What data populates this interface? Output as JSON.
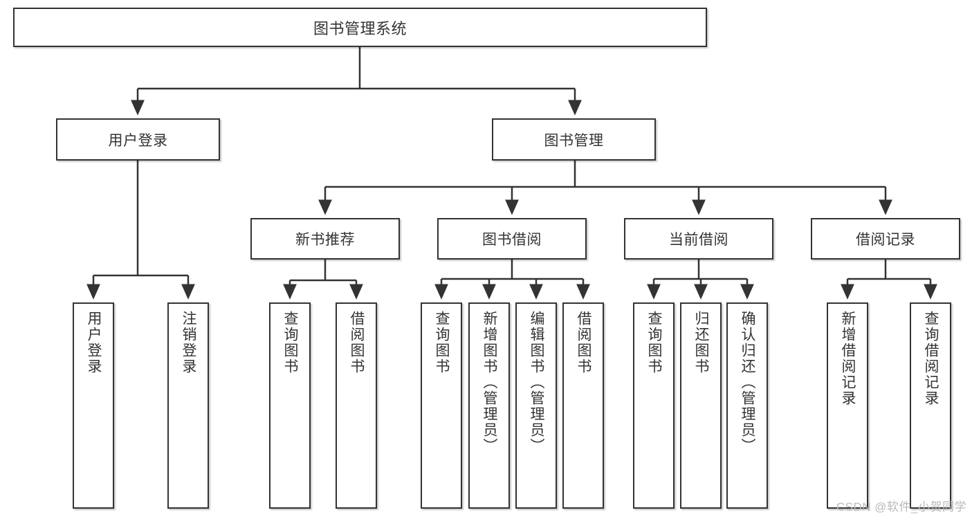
{
  "diagram": {
    "title": "图书管理系统",
    "type": "tree",
    "watermark": "CSDN @软件_小贺同学",
    "colors": {
      "box_border": "#333333",
      "box_fill": "#ffffff",
      "edge": "#333333",
      "text": "#333333",
      "watermark": "#b9b9b9",
      "background": "#ffffff"
    },
    "levels": [
      {
        "level": 1,
        "nodes": [
          {
            "id": "root",
            "label": "图书管理系统",
            "orientation": "horizontal"
          }
        ]
      },
      {
        "level": 2,
        "nodes": [
          {
            "id": "login",
            "label": "用户登录",
            "orientation": "horizontal",
            "parent": "root"
          },
          {
            "id": "bookmgmt",
            "label": "图书管理",
            "orientation": "horizontal",
            "parent": "root"
          }
        ]
      },
      {
        "level": 3,
        "nodes": [
          {
            "id": "newbook",
            "label": "新书推荐",
            "orientation": "horizontal",
            "parent": "bookmgmt"
          },
          {
            "id": "borrow",
            "label": "图书借阅",
            "orientation": "horizontal",
            "parent": "bookmgmt"
          },
          {
            "id": "current",
            "label": "当前借阅",
            "orientation": "horizontal",
            "parent": "bookmgmt"
          },
          {
            "id": "records",
            "label": "借阅记录",
            "orientation": "horizontal",
            "parent": "bookmgmt"
          }
        ]
      },
      {
        "level": 4,
        "nodes": [
          {
            "id": "leaf1",
            "label": "用户登录",
            "orientation": "vertical",
            "parent": "login"
          },
          {
            "id": "leaf2",
            "label": "注销登录",
            "orientation": "vertical",
            "parent": "login"
          },
          {
            "id": "leaf3",
            "label": "查询图书",
            "orientation": "vertical",
            "parent": "newbook"
          },
          {
            "id": "leaf4",
            "label": "借阅图书",
            "orientation": "vertical",
            "parent": "newbook"
          },
          {
            "id": "leaf5",
            "label": "查询图书",
            "orientation": "vertical",
            "parent": "borrow"
          },
          {
            "id": "leaf6",
            "label": "新增图书（管理员）",
            "orientation": "vertical",
            "parent": "borrow"
          },
          {
            "id": "leaf7",
            "label": "编辑图书（管理员）",
            "orientation": "vertical",
            "parent": "borrow"
          },
          {
            "id": "leaf8",
            "label": "借阅图书",
            "orientation": "vertical",
            "parent": "borrow"
          },
          {
            "id": "leaf9",
            "label": "查询图书",
            "orientation": "vertical",
            "parent": "current"
          },
          {
            "id": "leaf10",
            "label": "归还图书",
            "orientation": "vertical",
            "parent": "current"
          },
          {
            "id": "leaf11",
            "label": "确认归还（管理员）",
            "orientation": "vertical",
            "parent": "current"
          },
          {
            "id": "leaf12",
            "label": "新增借阅记录",
            "orientation": "vertical",
            "parent": "records"
          },
          {
            "id": "leaf13",
            "label": "查询借阅记录",
            "orientation": "vertical",
            "parent": "records"
          }
        ]
      }
    ]
  }
}
